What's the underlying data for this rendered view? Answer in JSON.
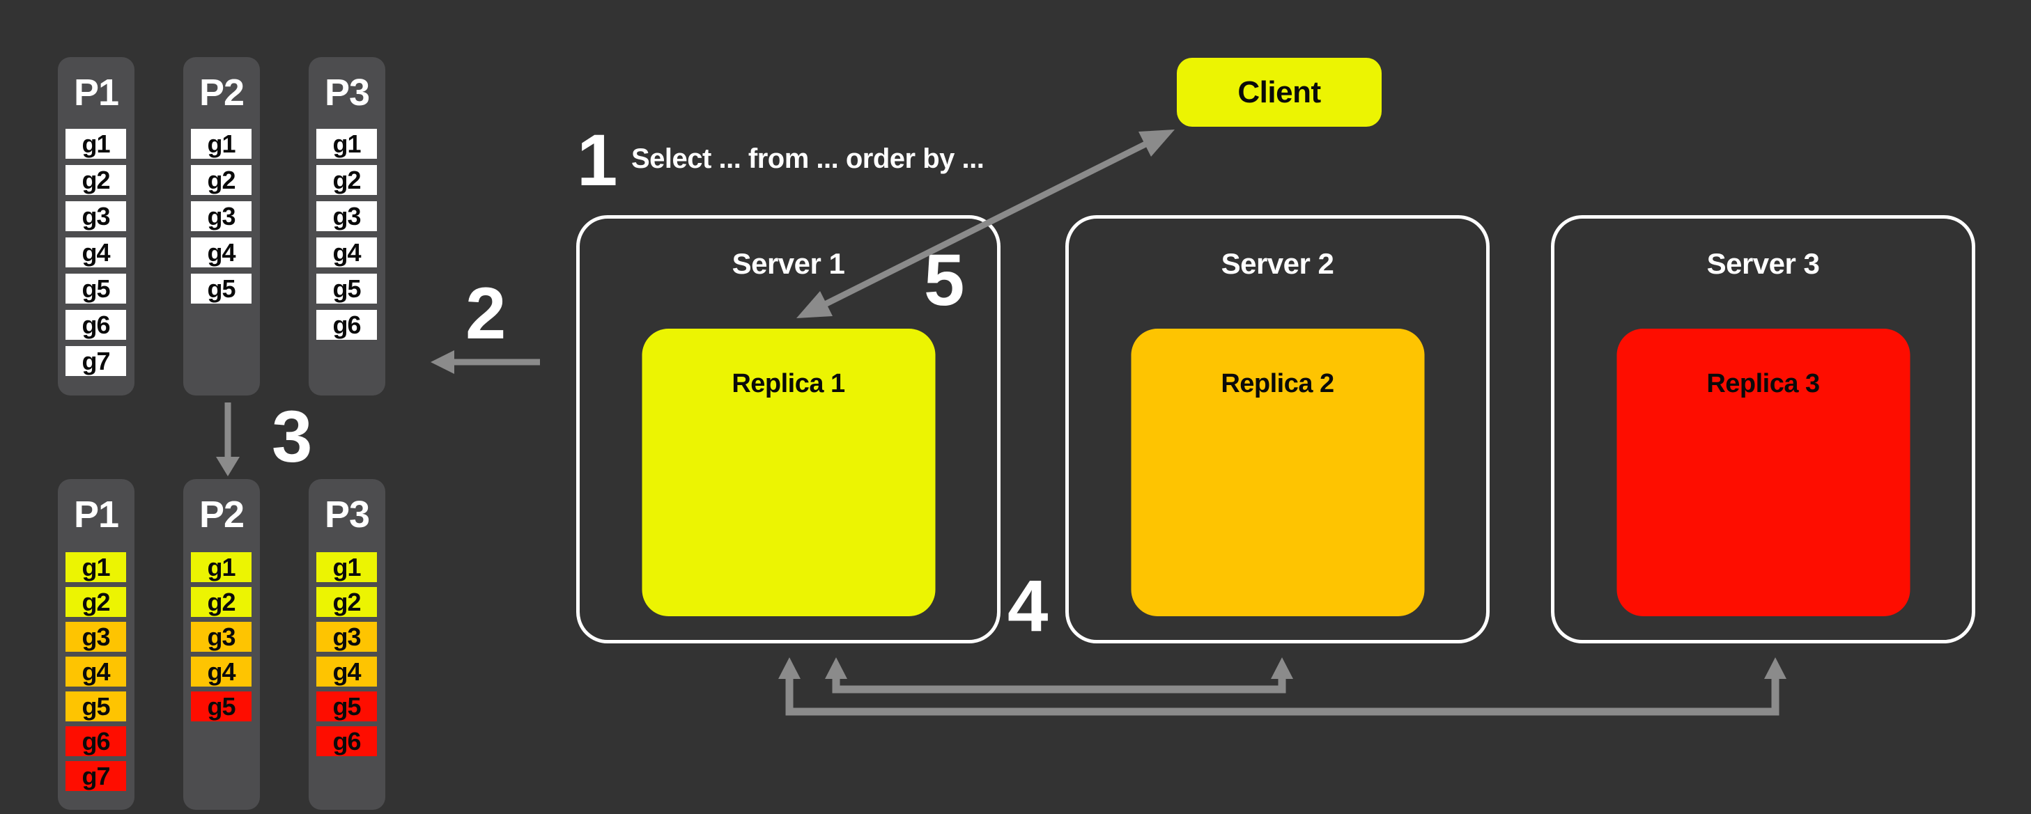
{
  "colors": {
    "background": "#333333",
    "panel_gray": "#4D4D4F",
    "item_white": "#FFFFFF",
    "yellow": "#ECF402",
    "orange": "#FEC401",
    "red": "#FE0D00",
    "arrow_gray": "#8B8B8B",
    "text_light": "#FFFFFF",
    "text_dark": "#0A0A0A",
    "server_border": "#FFFFFF"
  },
  "annotations": {
    "step1": "1",
    "query_text": "Select ... from ... order by ...",
    "step2": "2",
    "step3": "3",
    "step4": "4",
    "step5": "5"
  },
  "client": {
    "label": "Client"
  },
  "servers": [
    {
      "label": "Server 1",
      "replica_label": "Replica 1",
      "tone": "yellow"
    },
    {
      "label": "Server 2",
      "replica_label": "Replica 2",
      "tone": "orange"
    },
    {
      "label": "Server 3",
      "replica_label": "Replica 3",
      "tone": "red"
    }
  ],
  "partitions_before": [
    {
      "label": "P1",
      "items": [
        {
          "label": "g1",
          "tone": "white"
        },
        {
          "label": "g2",
          "tone": "white"
        },
        {
          "label": "g3",
          "tone": "white"
        },
        {
          "label": "g4",
          "tone": "white"
        },
        {
          "label": "g5",
          "tone": "white"
        },
        {
          "label": "g6",
          "tone": "white"
        },
        {
          "label": "g7",
          "tone": "white"
        }
      ]
    },
    {
      "label": "P2",
      "items": [
        {
          "label": "g1",
          "tone": "white"
        },
        {
          "label": "g2",
          "tone": "white"
        },
        {
          "label": "g3",
          "tone": "white"
        },
        {
          "label": "g4",
          "tone": "white"
        },
        {
          "label": "g5",
          "tone": "white"
        }
      ]
    },
    {
      "label": "P3",
      "items": [
        {
          "label": "g1",
          "tone": "white"
        },
        {
          "label": "g2",
          "tone": "white"
        },
        {
          "label": "g3",
          "tone": "white"
        },
        {
          "label": "g4",
          "tone": "white"
        },
        {
          "label": "g5",
          "tone": "white"
        },
        {
          "label": "g6",
          "tone": "white"
        }
      ]
    }
  ],
  "partitions_after": [
    {
      "label": "P1",
      "items": [
        {
          "label": "g1",
          "tone": "yellow"
        },
        {
          "label": "g2",
          "tone": "yellow"
        },
        {
          "label": "g3",
          "tone": "orange"
        },
        {
          "label": "g4",
          "tone": "orange"
        },
        {
          "label": "g5",
          "tone": "orange"
        },
        {
          "label": "g6",
          "tone": "red"
        },
        {
          "label": "g7",
          "tone": "red"
        }
      ]
    },
    {
      "label": "P2",
      "items": [
        {
          "label": "g1",
          "tone": "yellow"
        },
        {
          "label": "g2",
          "tone": "yellow"
        },
        {
          "label": "g3",
          "tone": "orange"
        },
        {
          "label": "g4",
          "tone": "orange"
        },
        {
          "label": "g5",
          "tone": "red"
        }
      ]
    },
    {
      "label": "P3",
      "items": [
        {
          "label": "g1",
          "tone": "yellow"
        },
        {
          "label": "g2",
          "tone": "yellow"
        },
        {
          "label": "g3",
          "tone": "orange"
        },
        {
          "label": "g4",
          "tone": "orange"
        },
        {
          "label": "g5",
          "tone": "red"
        },
        {
          "label": "g6",
          "tone": "red"
        }
      ]
    }
  ]
}
